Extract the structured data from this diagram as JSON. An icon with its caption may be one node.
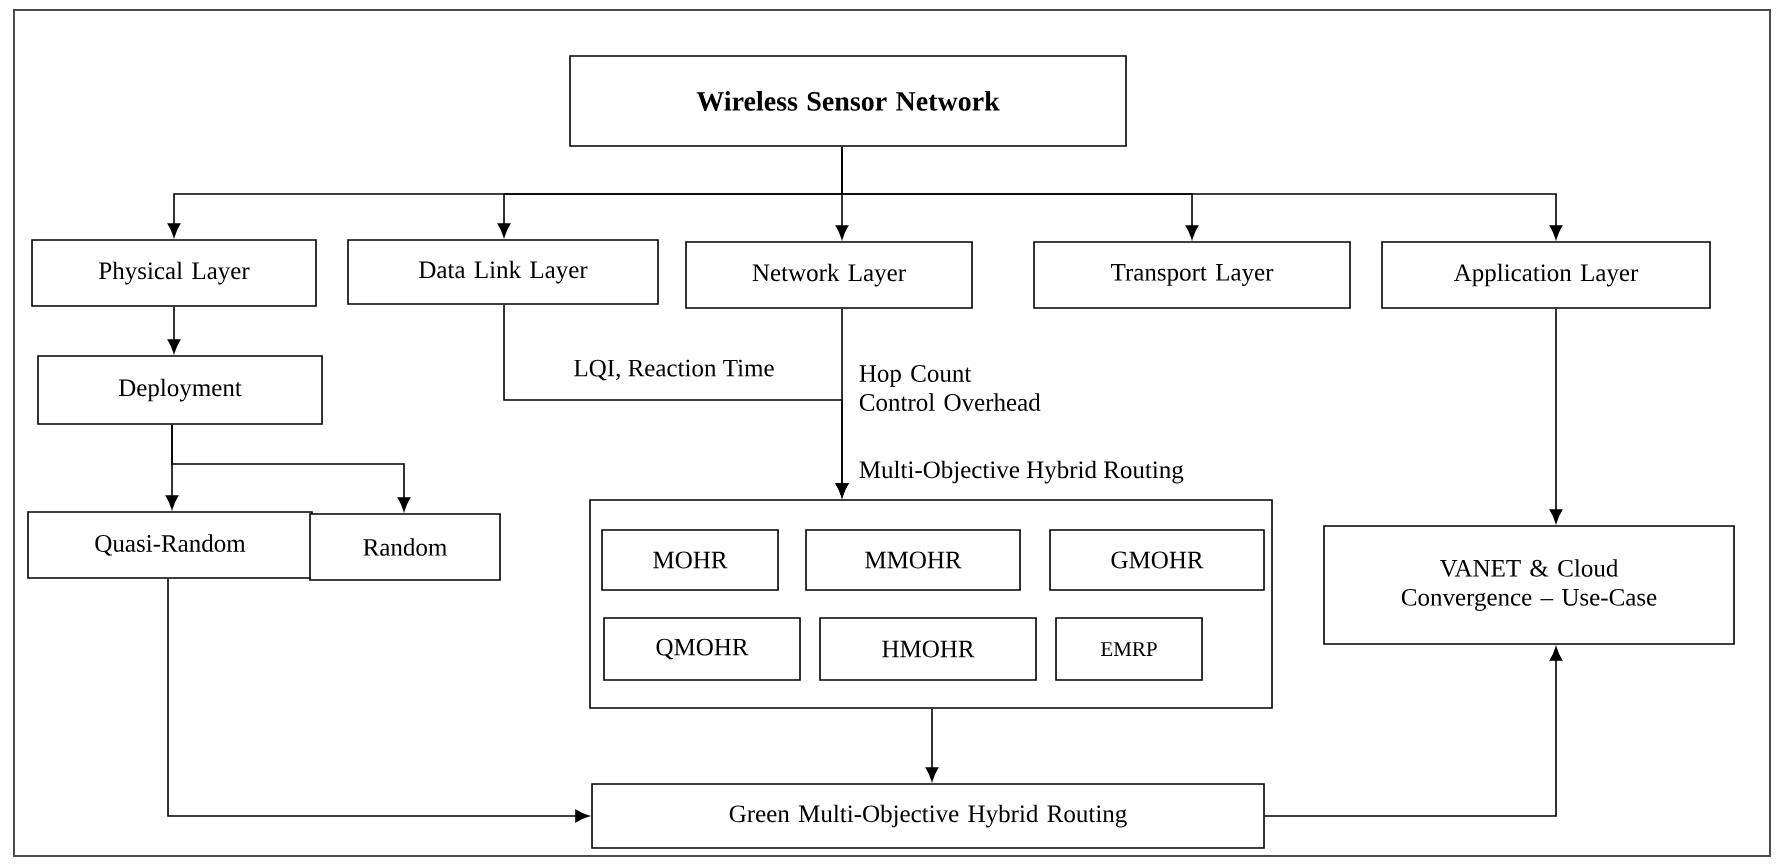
{
  "diagram": {
    "nodes": [
      {
        "text": [
          "Wireless Sensor Network"
        ]
      },
      {
        "text": [
          "Physical Layer"
        ]
      },
      {
        "text": [
          "Data Link Layer"
        ]
      },
      {
        "text": [
          "Network Layer"
        ]
      },
      {
        "text": [
          "Transport Layer"
        ]
      },
      {
        "text": [
          "Application Layer"
        ]
      },
      {
        "text": [
          "Deployment"
        ]
      },
      {
        "text": [
          "Quasi-Random"
        ]
      },
      {
        "text": [
          "Random"
        ]
      },
      {
        "text": [
          "Multi-Objective Hybrid Routing"
        ]
      },
      {
        "text": [
          "MOHR"
        ],
        "in": 9
      },
      {
        "text": [
          "MMOHR"
        ],
        "in": 9
      },
      {
        "text": [
          "GMOHR"
        ],
        "in": 9
      },
      {
        "text": [
          "QMOHR"
        ],
        "in": 9
      },
      {
        "text": [
          "HMOHR"
        ],
        "in": 9
      },
      {
        "text": [
          "EMRP"
        ],
        "in": 9
      },
      {
        "text": [
          "VANET & Cloud Convergence – Use-Case"
        ]
      },
      {
        "text": [
          "Green Multi-Objective Hybrid Routing"
        ]
      }
    ],
    "edges": [
      {
        "from": 0,
        "to": 1,
        "arrow": "to"
      },
      {
        "from": 0,
        "to": 2,
        "arrow": "to"
      },
      {
        "from": 0,
        "to": 3,
        "arrow": "to"
      },
      {
        "from": 0,
        "to": 4,
        "arrow": "to"
      },
      {
        "from": 0,
        "to": 5,
        "arrow": "to"
      },
      {
        "from": 1,
        "to": 6,
        "arrow": "to"
      },
      {
        "from": 6,
        "to": 7,
        "arrow": "to"
      },
      {
        "from": 6,
        "to": 8,
        "arrow": "to"
      },
      {
        "from": 2,
        "to": 9,
        "arrow": "to",
        "label": "LQI, Reaction Time"
      },
      {
        "from": 3,
        "to": 9,
        "arrow": "to",
        "label": "Hop Count Control Overhead"
      },
      {
        "from": 9,
        "to": 17,
        "arrow": "to"
      },
      {
        "from": 7,
        "to": 17,
        "arrow": "to"
      },
      {
        "from": 17,
        "to": 16,
        "arrow": "to"
      },
      {
        "from": 5,
        "to": 16,
        "arrow": "to"
      }
    ]
  }
}
